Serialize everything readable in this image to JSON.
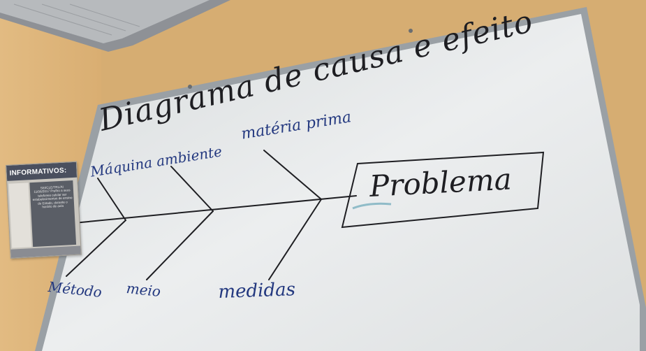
{
  "board": {
    "title": "Diagrama de causa e efeito",
    "causes": {
      "maquina_ambiente": "Máquina ambiente",
      "materia_prima": "matéria prima",
      "metodo": "Método",
      "meio": "meio",
      "medidas": "medidas"
    },
    "effect": "Problema"
  },
  "notice": {
    "title": "INFORMATIVOS:",
    "text": "SEI/CLE/TRL/AI 11/06/2017 Prefiro a seus telefones celular ser estabelecimentos de ensino do Estado, durante o horário de aula"
  },
  "colors": {
    "ink_black": "#1e1e22",
    "ink_blue": "#23387f",
    "board_white": "#e6e9ea",
    "wall": "#d6ad72"
  }
}
